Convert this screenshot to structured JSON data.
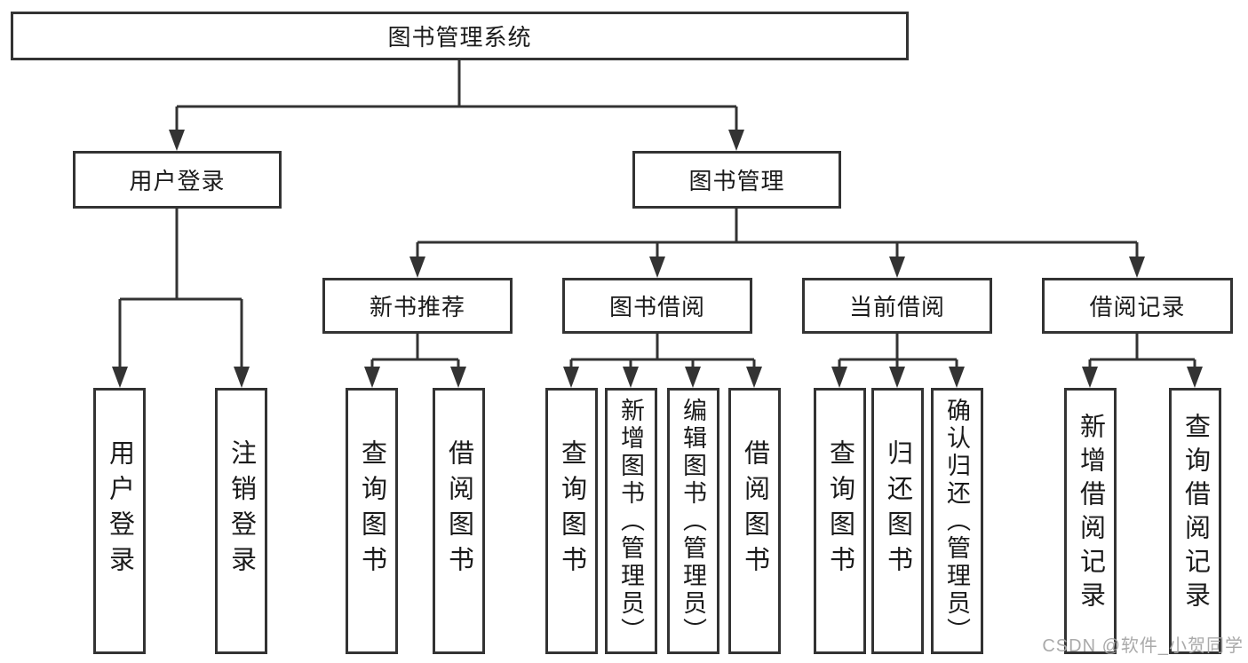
{
  "nodes": {
    "root": {
      "label": "图书管理系统"
    },
    "user_login": {
      "label": "用户登录",
      "children": {
        "login": {
          "label": "用户登录"
        },
        "logout": {
          "label": "注销登录"
        }
      }
    },
    "book_mgmt": {
      "label": "图书管理",
      "children": {
        "new_books": {
          "label": "新书推荐",
          "children": {
            "query": {
              "label": "查询图书"
            },
            "borrow": {
              "label": "借阅图书"
            }
          }
        },
        "book_borrow": {
          "label": "图书借阅",
          "children": {
            "query": {
              "label": "查询图书"
            },
            "add": {
              "label": "新增图书（管理员）"
            },
            "edit": {
              "label": "编辑图书（管理员）"
            },
            "borrow": {
              "label": "借阅图书"
            }
          }
        },
        "current_borrow": {
          "label": "当前借阅",
          "children": {
            "query": {
              "label": "查询图书"
            },
            "return": {
              "label": "归还图书"
            },
            "confirm": {
              "label": "确认归还（管理员）"
            }
          }
        },
        "borrow_records": {
          "label": "借阅记录",
          "children": {
            "add": {
              "label": "新增借阅记录"
            },
            "query": {
              "label": "查询借阅记录"
            }
          }
        }
      }
    }
  },
  "watermark": {
    "text": "CSDN @软件_小贺同学"
  },
  "colors": {
    "background": "#ffffff",
    "line": "#333333",
    "box_border": "#333333",
    "box_fill": "#ffffff",
    "text": "#1a1a1a",
    "watermark": "#a5a5a5"
  }
}
